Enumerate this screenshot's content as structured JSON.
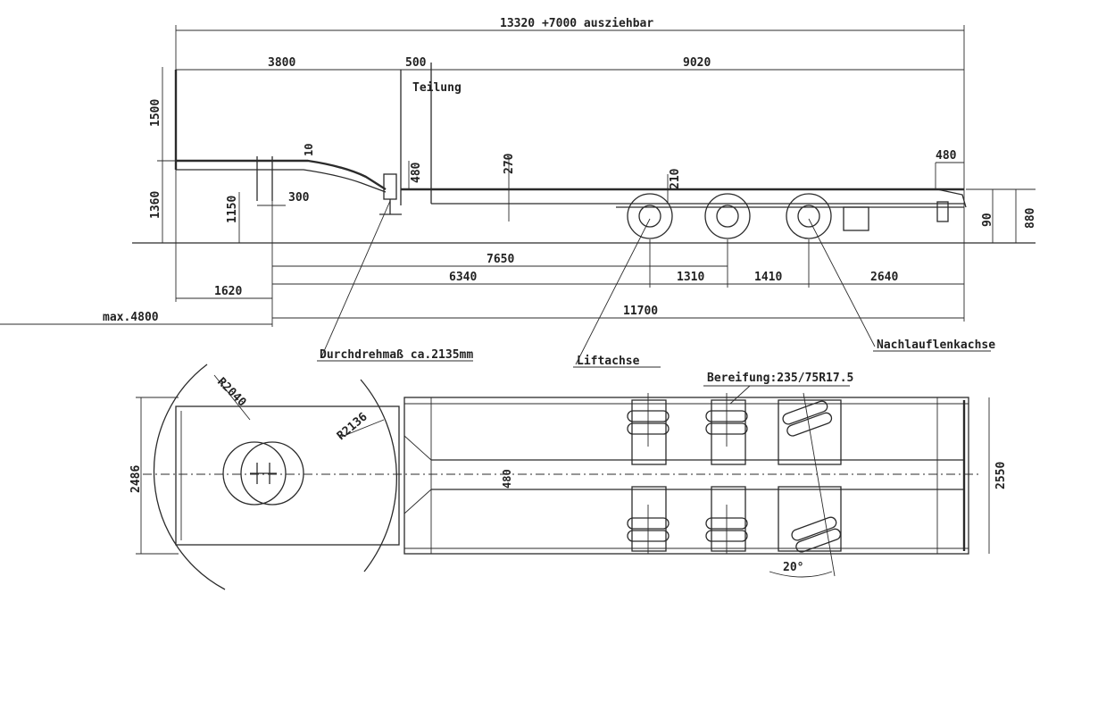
{
  "side_view": {
    "dimensions": {
      "overall": "13320 +7000 ausziehbar",
      "gooseneck": "3800",
      "split": "500",
      "deck": "9020",
      "teilung": "Teilung",
      "front_height": "1500",
      "coupling_height": "1360",
      "kingpin_height": "1150",
      "tiny": "10",
      "kingpin_offset": "300",
      "step": "480",
      "deck_gap": "270",
      "axle_rise": "210",
      "rear": "480",
      "rear_drop": "90",
      "rear_height": "880",
      "wheelbase": "7650",
      "front_overhang": "1620",
      "to_axle1": "6340",
      "axle_1_2": "1310",
      "axle_2_3": "1410",
      "rear_overhang": "2640",
      "total_length": "11700",
      "max_radius": "max.4800"
    },
    "callouts": {
      "turning": "Durchdrehmaß ca.2135mm",
      "lift_axle": "Liftachse",
      "trailing_axle": "Nachlauflenkachse"
    }
  },
  "top_view": {
    "tyres": "Bereifung:235/75R17.5",
    "radius_outer": "R2040",
    "radius_inner": "R2136",
    "front_width": "2486",
    "centre_dim": "480",
    "rear_width": "2550",
    "steer_angle": "20°"
  }
}
